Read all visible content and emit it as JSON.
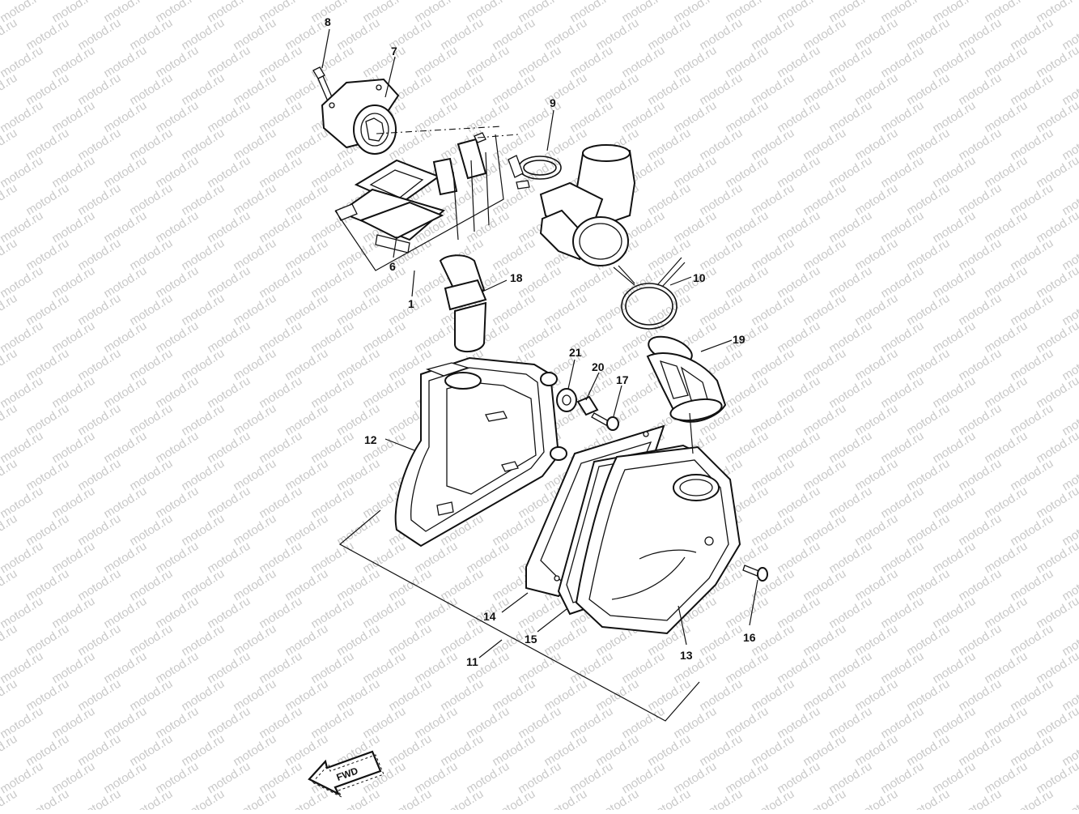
{
  "diagram": {
    "callouts": [
      {
        "id": "c1",
        "label": "1"
      },
      {
        "id": "c6",
        "label": "6"
      },
      {
        "id": "c7",
        "label": "7"
      },
      {
        "id": "c8",
        "label": "8"
      },
      {
        "id": "c9",
        "label": "9"
      },
      {
        "id": "c10",
        "label": "10"
      },
      {
        "id": "c11",
        "label": "11"
      },
      {
        "id": "c12",
        "label": "12"
      },
      {
        "id": "c13",
        "label": "13"
      },
      {
        "id": "c14",
        "label": "14"
      },
      {
        "id": "c15",
        "label": "15"
      },
      {
        "id": "c16",
        "label": "16"
      },
      {
        "id": "c17",
        "label": "17"
      },
      {
        "id": "c18",
        "label": "18"
      },
      {
        "id": "c19",
        "label": "19"
      },
      {
        "id": "c20",
        "label": "20"
      },
      {
        "id": "c21",
        "label": "21"
      }
    ],
    "direction_arrow": "FWD"
  },
  "watermark": "motod.ru",
  "colors": {
    "ink": "#111111",
    "watermark": "#c9c9c9",
    "background": "#ffffff"
  }
}
